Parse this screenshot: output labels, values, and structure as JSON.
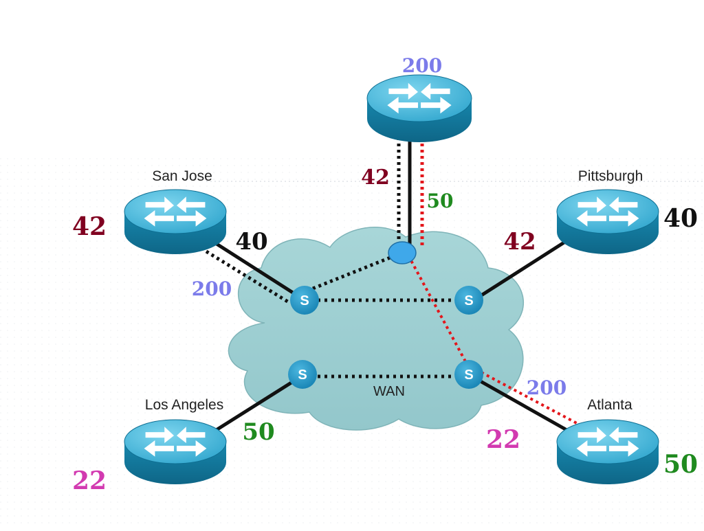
{
  "routers": {
    "san_jose": {
      "label": "San Jose"
    },
    "pittsburgh": {
      "label": "Pittsburgh"
    },
    "los_angeles": {
      "label": "Los Angeles"
    },
    "atlanta": {
      "label": "Atlanta"
    },
    "hub": {
      "label": ""
    }
  },
  "cloud": {
    "label": "WAN"
  },
  "switch_letter": "S",
  "metrics": {
    "hub_top": "200",
    "hub_link_left": "42",
    "hub_link_right": "50",
    "san_jose_left": "42",
    "san_jose_link": "40",
    "san_jose_dotted": "200",
    "pittsburgh_link": "42",
    "pittsburgh_right": "40",
    "los_angeles_link": "50",
    "los_angeles_bottom": "22",
    "atlanta_dotted": "200",
    "atlanta_link": "22",
    "atlanta_right": "50"
  },
  "colors": {
    "router_body": "#1a8fb5",
    "router_top": "#5cc6e6",
    "cloud_fill": "#9ccfd2",
    "switch_fill": "#1b93c4",
    "path_red": "#e3161b",
    "path_black": "#111111",
    "junction_fill": "#3fa8ea"
  }
}
